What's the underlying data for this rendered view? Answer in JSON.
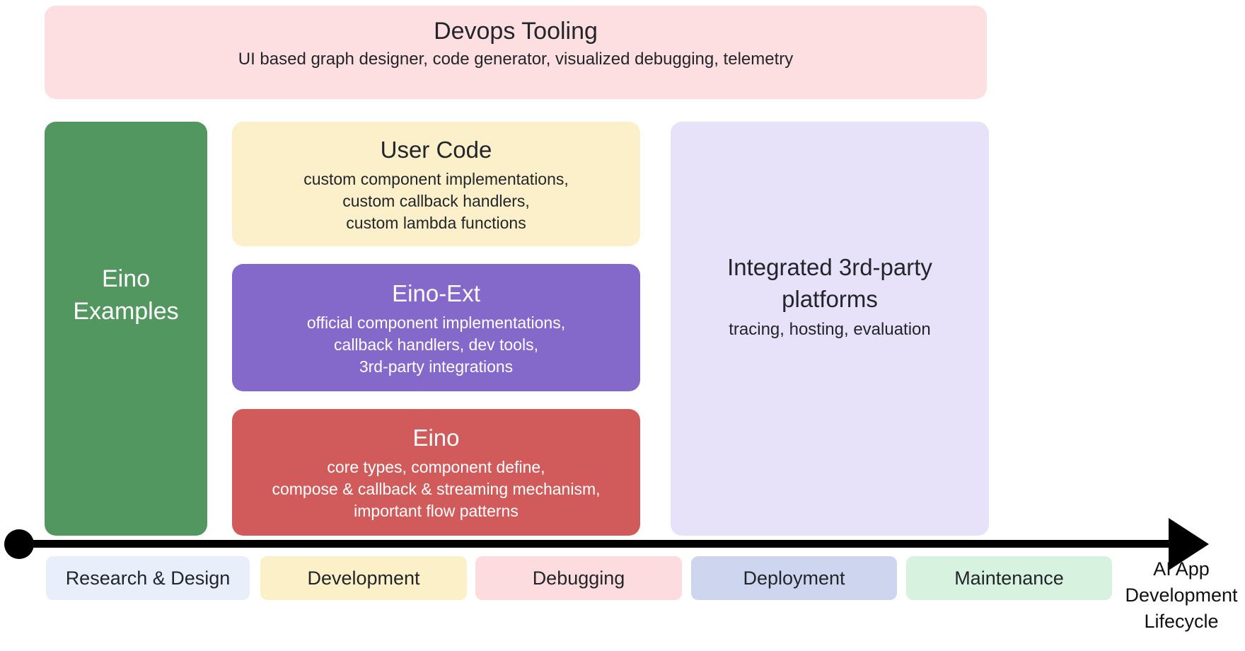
{
  "boxes": {
    "devops": {
      "title": "Devops Tooling",
      "subtitle": "UI based graph designer, code generator, visualized debugging, telemetry",
      "bg": "#fddfe2"
    },
    "eino_examples": {
      "line1": "Eino",
      "line2": "Examples",
      "bg": "#52975f"
    },
    "user_code": {
      "title": "User Code",
      "lines": [
        "custom component implementations,",
        "custom callback handlers,",
        "custom lambda functions"
      ],
      "bg": "#fcf0ca"
    },
    "eino_ext": {
      "title": "Eino-Ext",
      "lines": [
        "official component implementations,",
        "callback handlers, dev tools,",
        "3rd-party integrations"
      ],
      "bg": "#8468ca"
    },
    "eino": {
      "title": "Eino",
      "lines": [
        "core types, component define,",
        "compose & callback & streaming mechanism,",
        "important flow patterns"
      ],
      "bg": "#d15b5b"
    },
    "platforms": {
      "title": "Integrated 3rd-party platforms",
      "subtitle": "tracing, hosting, evaluation",
      "bg": "#e7e1fa"
    }
  },
  "timeline": {
    "axis_color": "#000000",
    "stages": [
      {
        "label": "Research & Design",
        "bg": "#e9eefb"
      },
      {
        "label": "Development",
        "bg": "#fcf0c8"
      },
      {
        "label": "Debugging",
        "bg": "#fcdcde"
      },
      {
        "label": "Deployment",
        "bg": "#ced5ef"
      },
      {
        "label": "Maintenance",
        "bg": "#d8f2e0"
      }
    ],
    "axis_label_lines": [
      "AI App",
      "Development",
      "Lifecycle"
    ]
  }
}
